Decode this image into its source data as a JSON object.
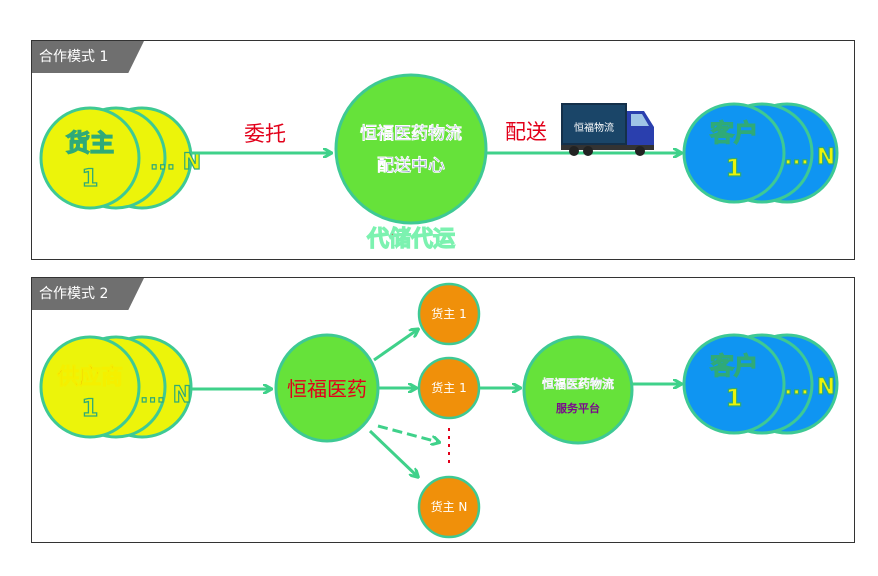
{
  "panel1": {
    "tag": "合作模式 1",
    "shipper": {
      "line1": "货主",
      "line2": "1",
      "more": "... N"
    },
    "edge_left": "委托",
    "center": {
      "line1": "恒福医药物流",
      "line2": "配送中心"
    },
    "center_caption": "代储代运",
    "edge_right": "配送",
    "truck_sign": "恒福物流",
    "customer": {
      "line1": "客户",
      "line2": "1",
      "more": "... N"
    }
  },
  "panel2": {
    "tag": "合作模式 2",
    "supplier": {
      "line1": "供应商",
      "line2": "1",
      "more": "... N"
    },
    "hub": "恒福医药",
    "shippers": [
      "货主 1",
      "货主 1",
      "货主 N"
    ],
    "platform": {
      "line1": "恒福医药物流",
      "line2": "服务平台"
    },
    "customer": {
      "line1": "客户",
      "line2": "1",
      "more": "... N"
    }
  },
  "colors": {
    "yellow": "#ecf40a",
    "green": "#66e23a",
    "blue": "#0f95f2",
    "orange": "#f0900a",
    "teal": "#3ec994",
    "arrow": "#3fd18a",
    "red": "#e2001a",
    "navy": "#0a1a9c"
  }
}
